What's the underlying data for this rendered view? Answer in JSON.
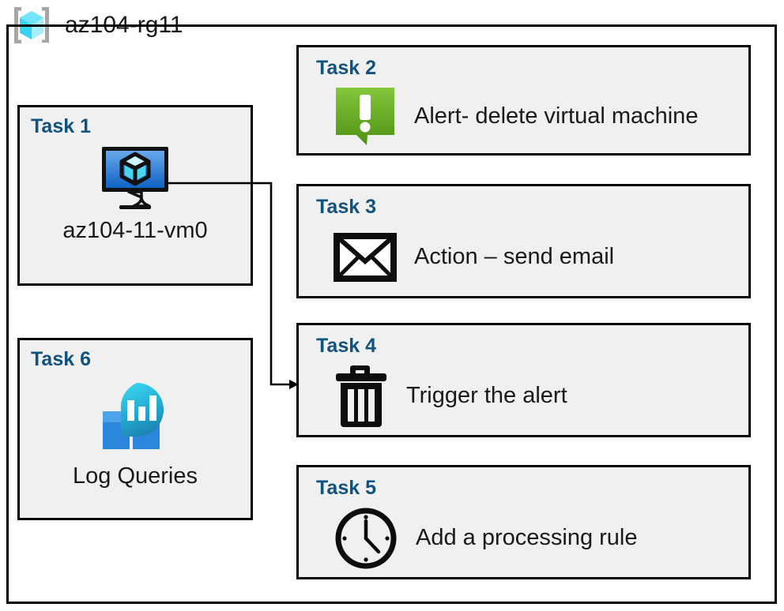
{
  "header": {
    "title": "az104-rg11",
    "icon": "azure-resource-group-icon"
  },
  "colors": {
    "heading": "#11537f",
    "card_background": "#f0f0f0",
    "border": "#000000",
    "alert_green_light": "#7ac143",
    "alert_green_dark": "#5a9a17",
    "vm_blue_light": "#5ea2e8",
    "vm_blue_dark": "#1464c0",
    "log_blue": "#2b88d8",
    "log_teal": "#32c8e8"
  },
  "tasks": [
    {
      "id": "task-1",
      "heading": "Task 1",
      "label": "az104-11-vm0",
      "icon": "virtual-machine-icon",
      "layout": "vertical"
    },
    {
      "id": "task-2",
      "heading": "Task 2",
      "label": "Alert- delete virtual machine",
      "icon": "alert-bubble-icon",
      "layout": "horizontal"
    },
    {
      "id": "task-3",
      "heading": "Task 3",
      "label": "Action – send email",
      "icon": "envelope-icon",
      "layout": "horizontal"
    },
    {
      "id": "task-4",
      "heading": "Task 4",
      "label": "Trigger the alert",
      "icon": "trash-icon",
      "layout": "horizontal"
    },
    {
      "id": "task-5",
      "heading": "Task 5",
      "label": "Add a processing rule",
      "icon": "clock-icon",
      "layout": "horizontal"
    },
    {
      "id": "task-6",
      "heading": "Task 6",
      "label": "Log Queries",
      "icon": "log-analytics-icon",
      "layout": "vertical"
    }
  ],
  "connector": {
    "from": "task-1-vm-icon",
    "to": "task-4-card",
    "style": "orthogonal-arrow"
  }
}
